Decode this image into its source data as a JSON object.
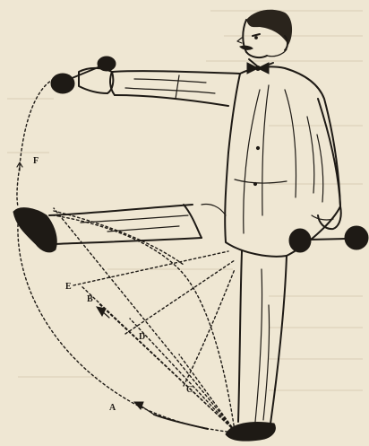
{
  "figure": {
    "labels": {
      "a": "A",
      "b": "B",
      "c": "C",
      "d": "D",
      "e": "E",
      "f": "F"
    },
    "colors": {
      "paper": "#efe7d3",
      "ink": "#1e1a15",
      "bleed_text": "#d9ceb6"
    }
  }
}
